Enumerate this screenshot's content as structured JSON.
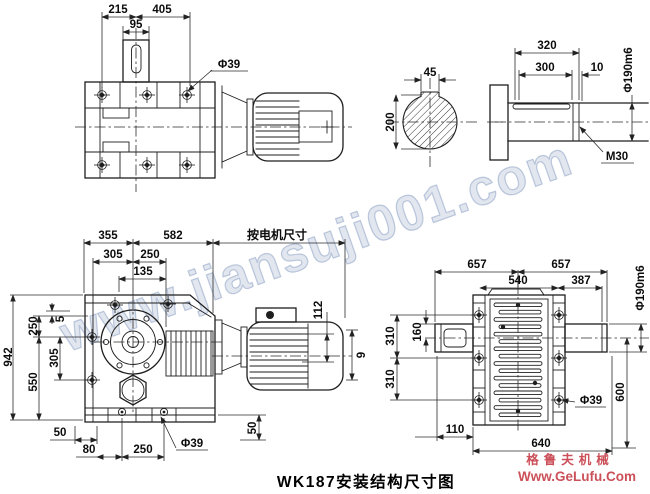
{
  "title": "WK187安装结构尺寸图",
  "watermark": "www.jiansuji001.com",
  "logo": {
    "brand": "格鲁夫机械",
    "site": "Www.GeLufu.Com"
  },
  "front_view": {
    "d215": "215",
    "d405": "405",
    "d95": "95",
    "phi39": "Φ39"
  },
  "shaft_section": {
    "d45": "45",
    "d200": "200"
  },
  "shaft_end": {
    "d320": "320",
    "d300": "300",
    "d10": "10",
    "phi190": "Φ190m6",
    "m30": "M30"
  },
  "side_view": {
    "d355": "355",
    "d582": "582",
    "motor_note": "按电机尺寸",
    "d305_top": "305",
    "d250_top": "250",
    "d135": "135",
    "d942": "942",
    "d250_left": "250",
    "d5": "5",
    "d305_left": "305",
    "d550": "550",
    "d50_bottom": "50",
    "d80": "80",
    "d250_bottom": "250",
    "phi39": "Φ39",
    "d50_right": "50",
    "d112": "112",
    "d9": "9"
  },
  "top_view": {
    "d657_left": "657",
    "d657_right": "657",
    "d540": "540",
    "d387": "387",
    "d310_top": "310",
    "d310_bottom": "310",
    "d160": "160",
    "phi190": "Φ190m6",
    "d600": "600",
    "d110": "110",
    "d640": "640",
    "phi39": "Φ39"
  }
}
